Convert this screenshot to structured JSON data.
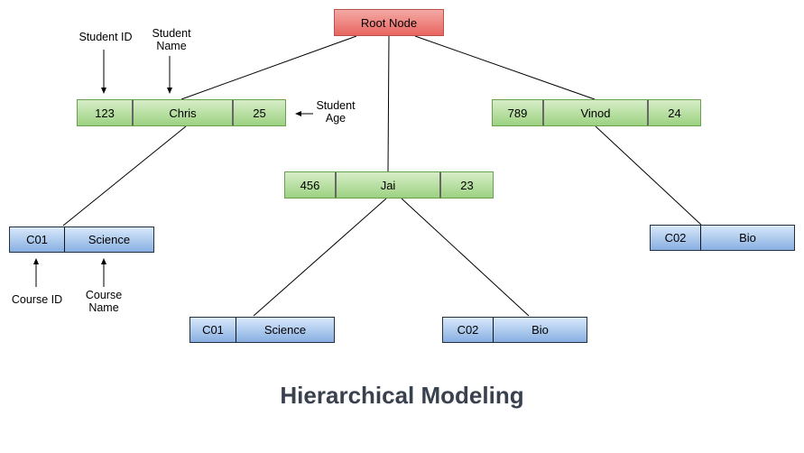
{
  "title": "Hierarchical Modeling",
  "root": {
    "label": "Root Node"
  },
  "students": [
    {
      "id": "123",
      "name": "Chris",
      "age": "25"
    },
    {
      "id": "456",
      "name": "Jai",
      "age": "23"
    },
    {
      "id": "789",
      "name": "Vinod",
      "age": "24"
    }
  ],
  "courses": [
    {
      "id": "C01",
      "name": "Science"
    },
    {
      "id": "C01",
      "name": "Science"
    },
    {
      "id": "C02",
      "name": "Bio"
    },
    {
      "id": "C02",
      "name": "Bio"
    }
  ],
  "annotations": {
    "student_id": "Student ID",
    "student_name": "Student\nName",
    "student_age": "Student\nAge",
    "course_id": "Course ID",
    "course_name": "Course\nName"
  },
  "colors": {
    "student_fill_top": "#d7edc8",
    "student_fill_bottom": "#9cd281",
    "student_border": "#68a24d",
    "course_fill_top": "#d8e8fa",
    "course_fill_bottom": "#88afe2",
    "course_border": "#25303d",
    "root_fill_top": "#f4a9a5",
    "root_fill_bottom": "#e8655f",
    "root_border": "#b85450",
    "connector_line": "#000000",
    "title_text": "#3a414e"
  }
}
